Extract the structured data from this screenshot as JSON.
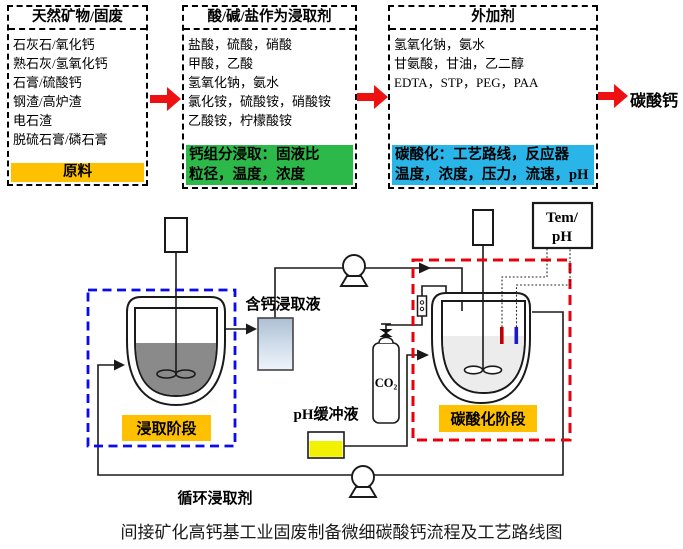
{
  "flowchart": {
    "boxes": [
      {
        "title": "天然矿物/固废",
        "items": [
          "石灰石/氧化钙",
          "熟石灰/氢氧化钙",
          "石膏/硫酸钙",
          "钢渣/高炉渣",
          "电石渣",
          "脱硫石膏/磷石膏"
        ],
        "footer_lines": [
          "原料"
        ],
        "footer_color": "#FFC000"
      },
      {
        "title": "酸/碱/盐作为浸取剂",
        "items": [
          "盐酸，硫酸，硝酸",
          "甲酸，乙酸",
          "氢氧化钠，氨水",
          "氯化铵，硫酸铵，硝酸铵",
          "乙酸铵，柠檬酸铵"
        ],
        "footer_lines": [
          "钙组分浸取：固液比",
          "粒径，温度，浓度"
        ],
        "footer_color": "#2DB84A"
      },
      {
        "title": "外加剂",
        "items": [
          "氢氧化钠，氨水",
          "甘氨酸，甘油，乙二醇",
          "EDTA，STP，PEG，PAA"
        ],
        "footer_lines": [
          "碳酸化：工艺路线，反应器",
          "温度，浓度，压力，流速，pH"
        ],
        "footer_color": "#29B5E8"
      }
    ],
    "product": "碳酸钙"
  },
  "diagram": {
    "extract_liquid_label": "含钙浸取液",
    "ph_buffer_label": "pH缓冲液",
    "co2_label": "CO₂",
    "meter_line1": "Tem/",
    "meter_line2": "pH",
    "extraction_stage_label": "浸取阶段",
    "carbonation_stage_label": "碳酸化阶段",
    "recycle_label": "循环浸取剂"
  },
  "caption": "间接矿化高钙基工业固废制备微细碳酸钙流程及工艺路线图",
  "colors": {
    "raw_material_bg": "#FFC000",
    "extraction_params_bg": "#2DB84A",
    "carbonation_params_bg": "#29B5E8",
    "stage_label_bg": "#FFC000",
    "block_arrow": "#EE1111",
    "extraction_boundary": "#0A0AF0",
    "carbonation_boundary": "#E8000B",
    "temp_probe": "#C00000",
    "ph_probe": "#1A1AC8",
    "buffer_liquid": "#F2F200",
    "reactor1_liquid": "#8A8A8A",
    "reactor2_liquid": "#ECECEC"
  }
}
